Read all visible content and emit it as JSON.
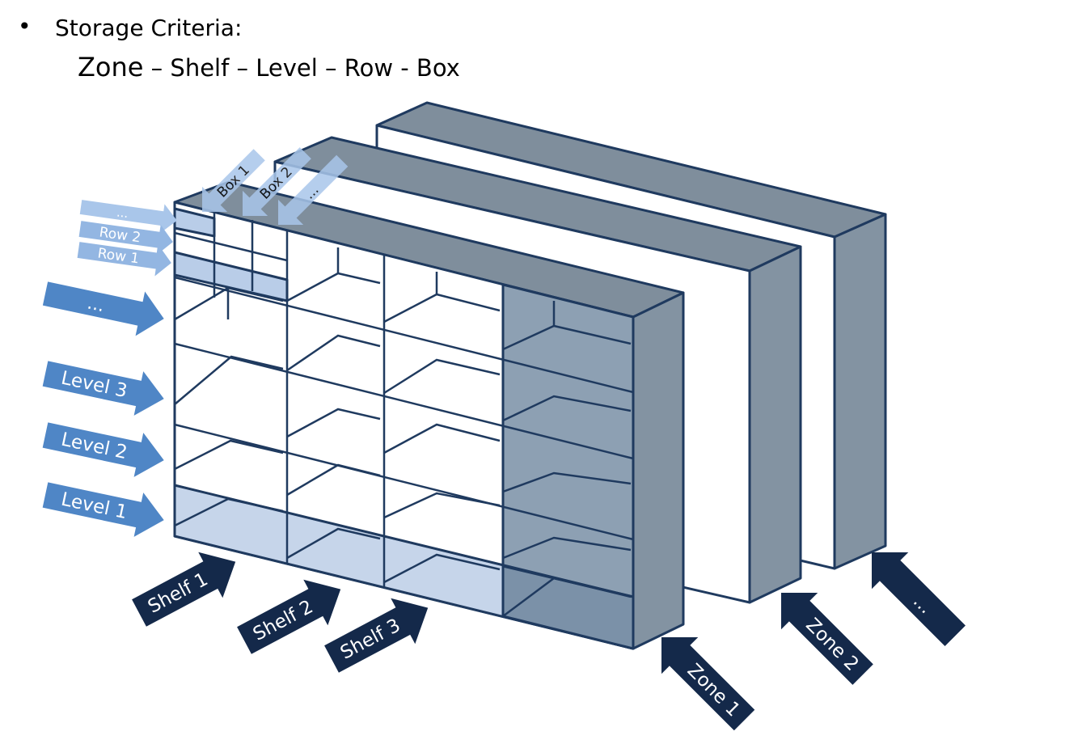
{
  "header": {
    "bullet": "•",
    "title": "Storage Criteria:",
    "criteria_first": "Zone",
    "criteria_rest": " – Shelf – Level – Row - Box"
  },
  "labels": {
    "box1": "Box 1",
    "box2": "Box 2",
    "box_more": "...",
    "row_more": "...",
    "row2": "Row 2",
    "row1": "Row 1",
    "level_more": "...",
    "level3": "Level 3",
    "level2": "Level 2",
    "level1": "Level 1",
    "shelf1": "Shelf 1",
    "shelf2": "Shelf 2",
    "shelf3": "Shelf 3",
    "zone1": "Zone 1",
    "zone2": "Zone 2",
    "zone_more": "..."
  },
  "colors": {
    "outline": "#1f3a5f",
    "panel_gray": "#8393a2",
    "top_gray": "#7f8e9c",
    "shelf_highlight": "#c6d5ea",
    "shelf4_fill": "#7b91a8",
    "arrow_dark": "#14294a",
    "arrow_mid": "#4f86c6",
    "arrow_light": "#a9c6ea",
    "row_highlight": "#b9cde8"
  }
}
